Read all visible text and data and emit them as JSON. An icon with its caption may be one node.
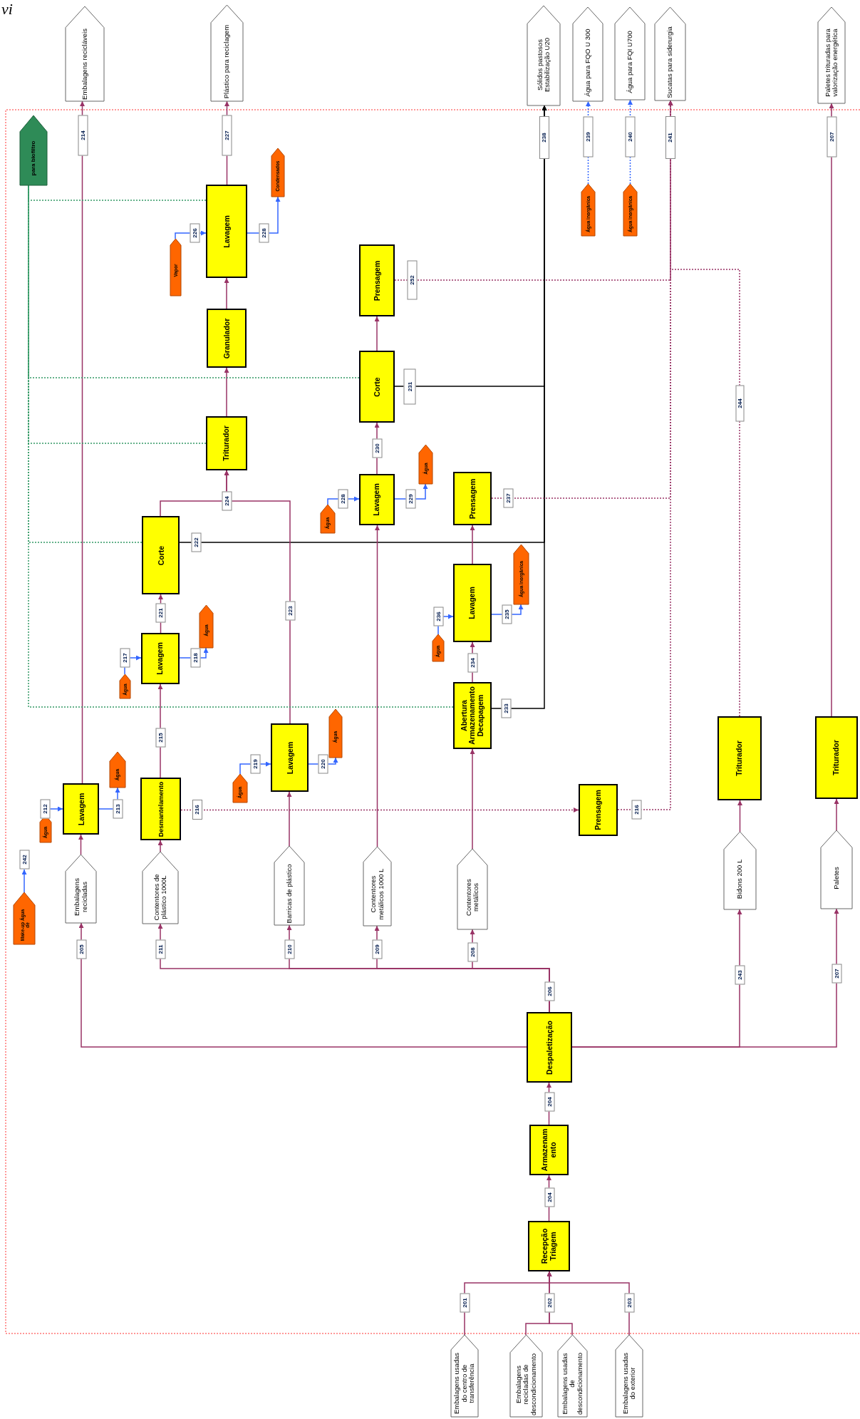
{
  "diagram": {
    "nodes": [
      {
        "text": [
          "Embalagens recicláveis"
        ]
      },
      {
        "text": [
          "Plástico para reciclagem"
        ]
      },
      {
        "text": [
          "Sólidos pastosos Estabilização U20"
        ]
      },
      {
        "text": [
          "Água para FQO U 300"
        ]
      },
      {
        "text": [
          "Água para FQI U700"
        ]
      },
      {
        "text": [
          "Sucatas para siderurgia"
        ]
      },
      {
        "text": [
          "Paletes trituradas para valorização energética"
        ]
      },
      {
        "text": [
          "para biofiltro"
        ]
      },
      {
        "text": [
          "Condensados"
        ]
      },
      {
        "text": [
          "Água inorgânica"
        ]
      },
      {
        "text": [
          "Água inorgânica"
        ]
      },
      {
        "text": [
          "Vapor"
        ]
      },
      {
        "text": [
          "Lavagem"
        ]
      },
      {
        "text": [
          "Prensagem"
        ]
      },
      {
        "text": [
          "Granulador"
        ]
      },
      {
        "text": [
          "Corte"
        ]
      },
      {
        "text": [
          "Triturador"
        ]
      },
      {
        "text": [
          "Água"
        ]
      },
      {
        "text": [
          "Água"
        ]
      },
      {
        "text": [
          "Lavagem"
        ]
      },
      {
        "text": [
          "Corte"
        ]
      },
      {
        "text": [
          "Prensagem"
        ]
      },
      {
        "text": [
          "Água"
        ]
      },
      {
        "text": [
          "Água inorgânica"
        ]
      },
      {
        "text": [
          "Lavagem"
        ]
      },
      {
        "text": [
          "Água"
        ]
      },
      {
        "text": [
          "Lavagem"
        ]
      },
      {
        "text": [
          "Água"
        ]
      },
      {
        "text": [
          "Abertura Armazenamento Decapagem"
        ]
      },
      {
        "text": [
          "Lavagem"
        ]
      },
      {
        "text": [
          "Água"
        ]
      },
      {
        "text": [
          "Triturador"
        ]
      },
      {
        "text": [
          "Triturador"
        ]
      },
      {
        "text": [
          "Água"
        ]
      },
      {
        "text": [
          "Lavagem"
        ]
      },
      {
        "text": [
          "Desmantelamento"
        ]
      },
      {
        "text": [
          "Água"
        ]
      },
      {
        "text": [
          "Prensagem"
        ]
      },
      {
        "text": [
          "Água"
        ]
      },
      {
        "text": [
          "Make-up Água de"
        ]
      },
      {
        "text": [
          "Embalagens recicladas"
        ]
      },
      {
        "text": [
          "Contentores de plástico 1000L"
        ]
      },
      {
        "text": [
          "Barricas de plástico"
        ]
      },
      {
        "text": [
          "Contentores metálicos 1000 L"
        ]
      },
      {
        "text": [
          "Contentores metálicos"
        ]
      },
      {
        "text": [
          "Bidons 200 L"
        ]
      },
      {
        "text": [
          "Paletes"
        ]
      },
      {
        "text": [
          "Despaletização"
        ]
      },
      {
        "text": [
          "Armazenam ento"
        ]
      },
      {
        "text": [
          "Recepção Triagem"
        ]
      },
      {
        "text": [
          "Embalagens usadas do centro de transferência"
        ]
      },
      {
        "text": [
          "Embalagens recicladas de descondicionamento"
        ]
      },
      {
        "text": [
          "Embalagens usadas de descondicionamento"
        ]
      },
      {
        "text": [
          "Embalagens usadas do exterior"
        ]
      }
    ],
    "edges": [
      {
        "from": 50,
        "to": 49,
        "arrow": "to",
        "label": "201"
      },
      {
        "from": 51,
        "to": 49,
        "arrow": "to",
        "label": "202"
      },
      {
        "from": 52,
        "to": 49,
        "arrow": "to"
      },
      {
        "from": 53,
        "to": 49,
        "arrow": "to",
        "label": "203"
      },
      {
        "from": 49,
        "to": 48,
        "arrow": "to",
        "label": "204"
      },
      {
        "from": 48,
        "to": 47,
        "arrow": "to",
        "label": "204"
      },
      {
        "from": 47,
        "to": 40,
        "arrow": "to",
        "label": "205"
      },
      {
        "from": 47,
        "to": 41,
        "arrow": "to",
        "label": "211"
      },
      {
        "from": 47,
        "to": 42,
        "arrow": "to",
        "label": "210"
      },
      {
        "from": 47,
        "to": 43,
        "arrow": "to",
        "label": "209"
      },
      {
        "from": 47,
        "to": 44,
        "arrow": "to",
        "label": "208"
      },
      {
        "from": 47,
        "to": 45,
        "arrow": "to",
        "label": "243"
      },
      {
        "from": 47,
        "to": 46,
        "arrow": "to",
        "label": "207"
      },
      {
        "from": 40,
        "to": 34,
        "arrow": "to"
      },
      {
        "from": 34,
        "to": 0,
        "arrow": "to",
        "label": "214"
      },
      {
        "from": 38,
        "to": 34,
        "arrow": "to",
        "label": "212",
        "color": "#3366ff"
      },
      {
        "from": 34,
        "to": 33,
        "arrow": "to",
        "label": "213",
        "color": "#3366ff"
      },
      {
        "from": 39,
        "to": null,
        "arrow": "to",
        "label": "242",
        "color": "#3366ff"
      },
      {
        "from": 41,
        "to": 35,
        "arrow": "to"
      },
      {
        "from": 35,
        "to": 24,
        "arrow": "to",
        "label": "215"
      },
      {
        "from": 35,
        "to": 37,
        "arrow": "to",
        "label": "216",
        "style": "dashed"
      },
      {
        "from": 25,
        "to": 24,
        "arrow": "to",
        "label": "217",
        "color": "#3366ff"
      },
      {
        "from": 24,
        "to": 22,
        "arrow": "to",
        "label": "218",
        "color": "#3366ff"
      },
      {
        "from": 24,
        "to": 20,
        "arrow": "to",
        "label": "221"
      },
      {
        "from": 20,
        "to": 16,
        "arrow": "to",
        "label": "224"
      },
      {
        "from": 20,
        "to": 2,
        "arrow": "to",
        "label": "222",
        "color": "#000000"
      },
      {
        "from": 42,
        "to": 29,
        "arrow": "to"
      },
      {
        "from": 29,
        "to": 16,
        "arrow": "to",
        "label": "223"
      },
      {
        "from": 36,
        "to": 29,
        "arrow": "to",
        "label": "219",
        "color": "#3366ff"
      },
      {
        "from": 29,
        "to": 30,
        "arrow": "to",
        "label": "220",
        "color": "#3366ff"
      },
      {
        "from": 16,
        "to": 14,
        "arrow": "to"
      },
      {
        "from": 14,
        "to": 12,
        "arrow": "to"
      },
      {
        "from": 11,
        "to": 12,
        "arrow": "to",
        "label": "226",
        "color": "#3366ff"
      },
      {
        "from": 12,
        "to": 8,
        "arrow": "to",
        "label": "228",
        "color": "#3366ff"
      },
      {
        "from": 12,
        "to": 1,
        "arrow": "to",
        "label": "227"
      },
      {
        "from": 43,
        "to": 19,
        "arrow": "to"
      },
      {
        "from": 18,
        "to": 19,
        "arrow": "to",
        "label": "228",
        "color": "#3366ff"
      },
      {
        "from": 19,
        "to": 17,
        "arrow": "to",
        "label": "229",
        "color": "#3366ff"
      },
      {
        "from": 19,
        "to": 15,
        "arrow": "to",
        "label": "230"
      },
      {
        "from": 15,
        "to": 13,
        "arrow": "to"
      },
      {
        "from": 15,
        "to": 2,
        "arrow": "to",
        "label": "231",
        "color": "#000000"
      },
      {
        "from": 13,
        "to": 5,
        "arrow": "to",
        "label": "252",
        "style": "dashed"
      },
      {
        "from": 44,
        "to": 28,
        "arrow": "to"
      },
      {
        "from": 28,
        "to": 26,
        "arrow": "to",
        "label": "234"
      },
      {
        "from": 28,
        "to": 2,
        "arrow": "to",
        "label": "233",
        "color": "#000000"
      },
      {
        "from": 27,
        "to": 26,
        "arrow": "to",
        "label": "236",
        "color": "#3366ff"
      },
      {
        "from": 26,
        "to": 23,
        "arrow": "to",
        "label": "235",
        "color": "#3366ff"
      },
      {
        "from": 26,
        "to": 21,
        "arrow": "to"
      },
      {
        "from": 21,
        "to": 5,
        "arrow": "to",
        "label": "237",
        "style": "dashed"
      },
      {
        "from": 37,
        "to": 5,
        "arrow": "to",
        "label": "216",
        "style": "dashed"
      },
      {
        "from": 31,
        "to": 5,
        "arrow": "to",
        "label": "244",
        "style": "dashed"
      },
      {
        "from": 32,
        "to": 6,
        "arrow": "to",
        "label": "207"
      },
      {
        "from": 45,
        "to": 31,
        "arrow": "to"
      },
      {
        "from": 46,
        "to": 32,
        "arrow": "to"
      },
      {
        "from": 9,
        "to": 3,
        "arrow": "to",
        "label": "239",
        "style": "dashed",
        "color": "#3366ff"
      },
      {
        "from": 10,
        "to": 4,
        "arrow": "to",
        "label": "240",
        "style": "dashed",
        "color": "#3366ff"
      },
      {
        "from": 12,
        "to": 7,
        "arrow": "none",
        "style": "dashed",
        "color": "#339966"
      },
      {
        "from": 15,
        "to": 7,
        "arrow": "none",
        "style": "dashed",
        "color": "#339966"
      },
      {
        "from": 16,
        "to": 7,
        "arrow": "none",
        "style": "dashed",
        "color": "#339966"
      },
      {
        "from": 20,
        "to": 7,
        "arrow": "none",
        "style": "dashed",
        "color": "#339966"
      },
      {
        "from": 28,
        "to": 7,
        "arrow": "none",
        "style": "dashed",
        "color": "#339966"
      }
    ],
    "labels": [
      "vi",
      "206",
      "238",
      "241"
    ]
  }
}
